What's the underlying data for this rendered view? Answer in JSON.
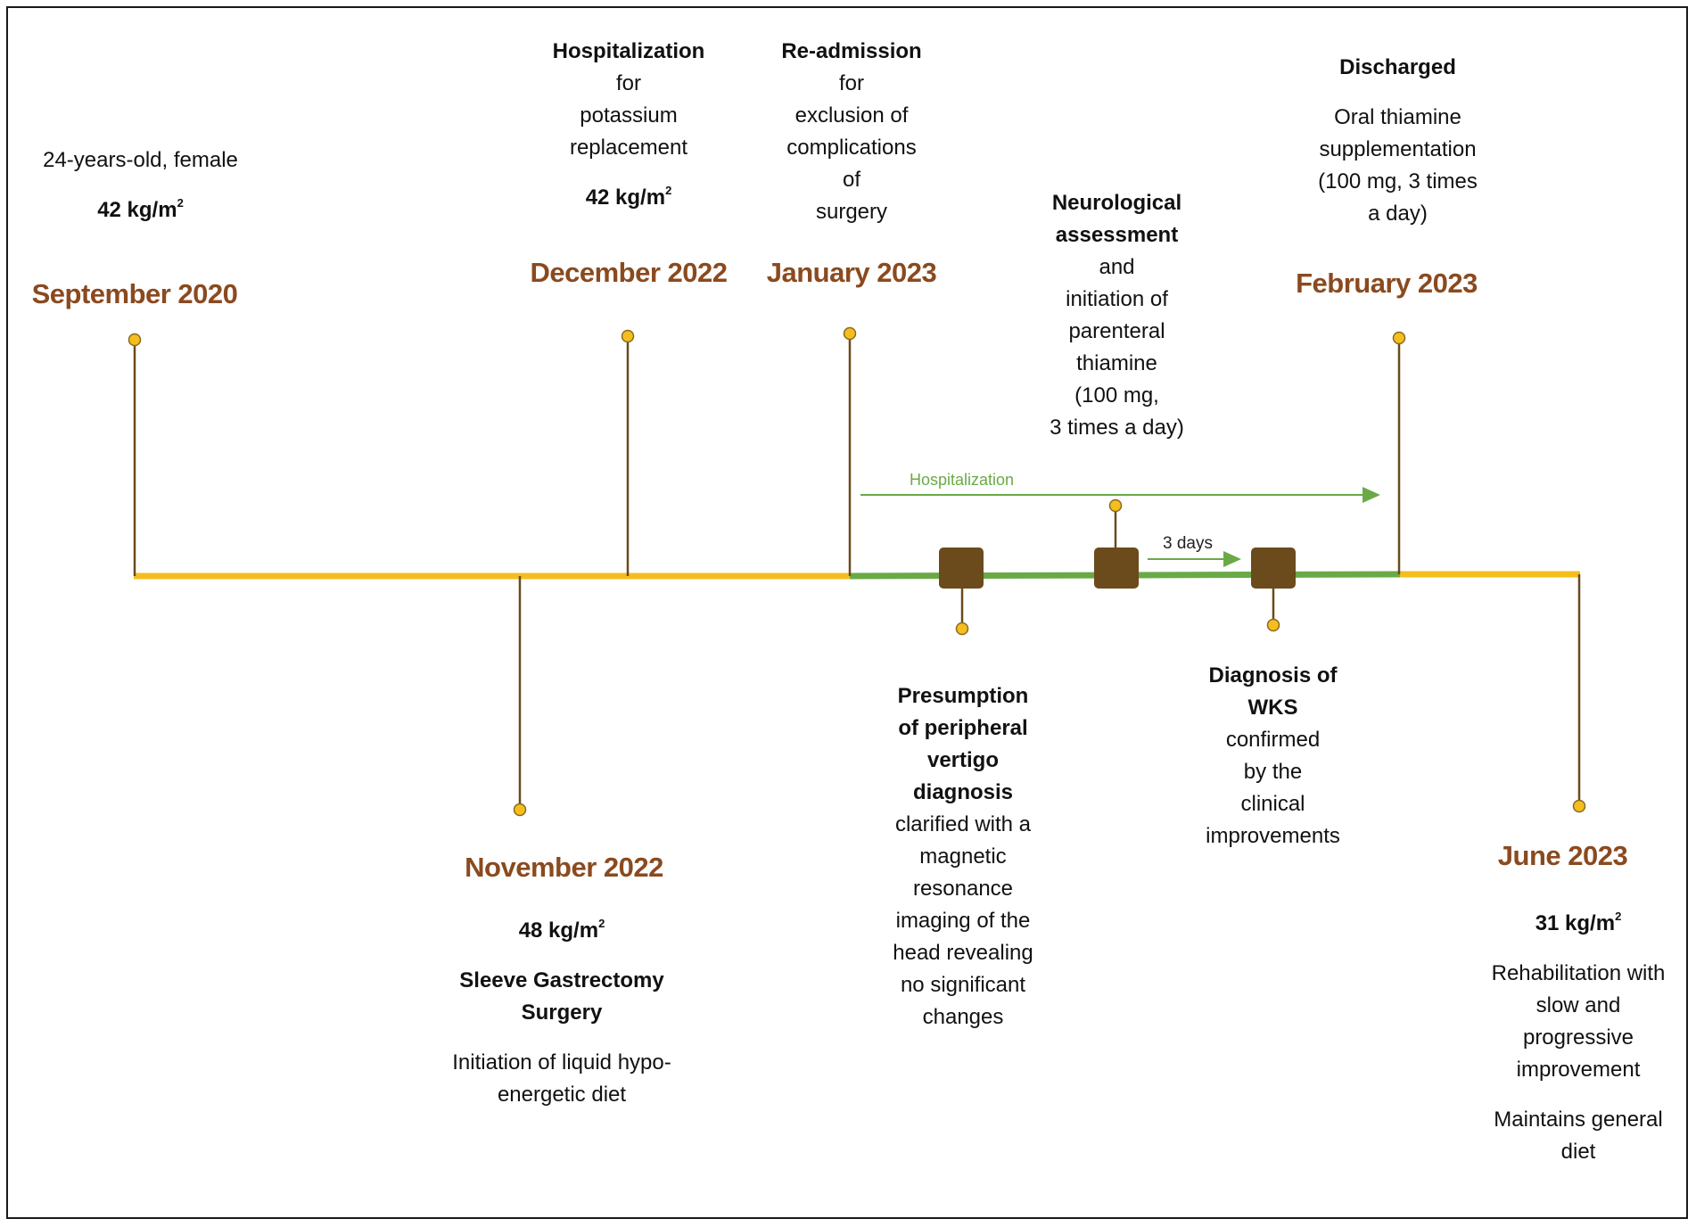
{
  "colors": {
    "axis_yellow": "#F5BE1E",
    "hospital_green": "#6AAA46",
    "stem_brown": "#6B4A1C",
    "marker_brown": "#6B4A1C",
    "dot_fill": "#F5BE1E",
    "date_text": "#8A4A1F"
  },
  "events": {
    "sep2020": {
      "date": "September 2020",
      "line1": "24-years-old,  female",
      "bmi": "42  kg/m",
      "sup": "2"
    },
    "nov2022": {
      "date": "November 2022",
      "bmi": "48  kg/m",
      "sup": "2",
      "title": [
        "Sleeve Gastrectomy",
        "Surgery"
      ],
      "desc": [
        "Initiation of liquid hypo-",
        "energetic diet"
      ]
    },
    "dec2022": {
      "date": "December 2022",
      "title": "Hospitalization",
      "desc": [
        "for",
        "potassium",
        "replacement"
      ],
      "bmi": "42  kg/m",
      "sup": "2"
    },
    "jan2023": {
      "date": "January 2023",
      "title": "Re-admission",
      "desc": [
        "for",
        "exclusion  of",
        "complications",
        "of",
        "surgery"
      ]
    },
    "feb2023": {
      "date": "February 2023",
      "title": "Discharged",
      "desc": [
        "Oral thiamine",
        "supplementation",
        "(100 mg, 3 times",
        "a day)"
      ]
    },
    "jun2023": {
      "date": "June 2023",
      "bmi": "31  kg/m",
      "sup": "2",
      "desc": [
        "Rehabilitation with",
        "slow and",
        "progressive",
        "improvement"
      ],
      "desc2": [
        "Maintains  general",
        "diet"
      ]
    }
  },
  "milestones": {
    "vertigo": {
      "title": [
        "Presumption",
        "of peripheral",
        "vertigo",
        "diagnosis"
      ],
      "desc": [
        "clarified  with a",
        "magnetic",
        "resonance",
        "imaging of the",
        "head  revealing",
        "no  significant",
        "changes"
      ]
    },
    "neuro": {
      "title": [
        "Neurological",
        "assessment"
      ],
      "desc": [
        "and",
        "initiation of",
        "parenteral",
        "thiamine",
        "(100  mg,",
        "3 times  a day)"
      ]
    },
    "wks": {
      "title": [
        "Diagnosis  of",
        "WKS"
      ],
      "desc": [
        "confirmed",
        "by the",
        "clinical",
        "improvements"
      ]
    }
  },
  "hospitalization_label": "Hospitalization",
  "days_label": "3 days"
}
